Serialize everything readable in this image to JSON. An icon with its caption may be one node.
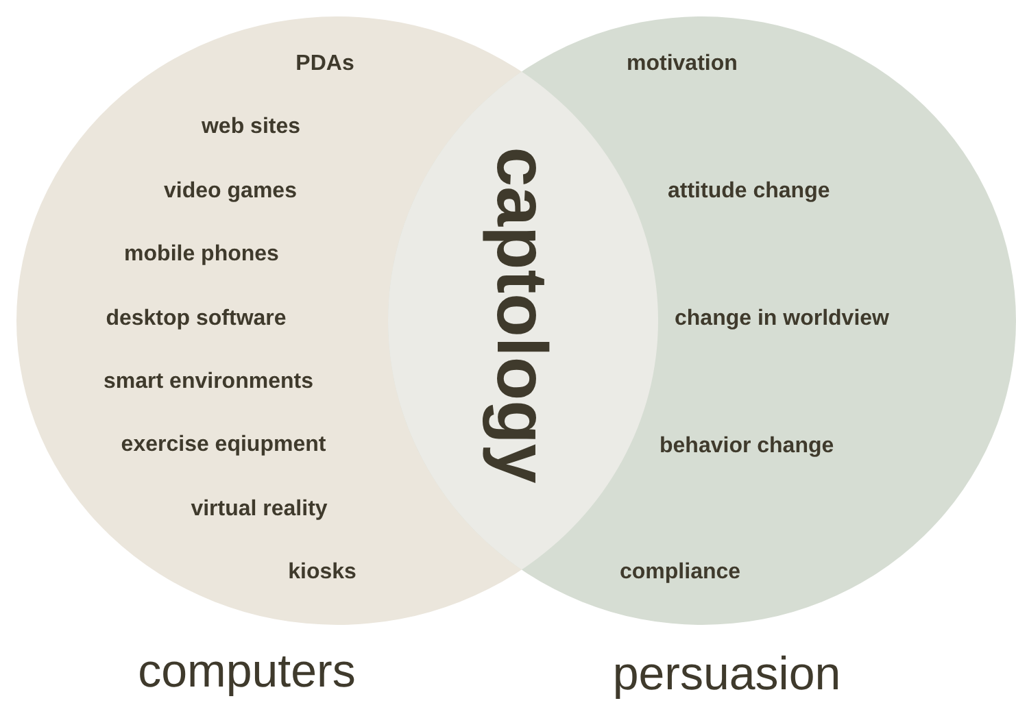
{
  "diagram": {
    "nodes": [
      {
        "text": [
          "PDAs",
          "web sites",
          "video games",
          "mobile phones",
          "desktop software",
          "smart environments",
          "exercise eqiupment",
          "virtual reality",
          "kiosks",
          "computers"
        ]
      },
      {
        "text": [
          "motivation",
          "attitude change",
          "change in worldview",
          "behavior change",
          "compliance",
          "persuasion"
        ]
      },
      {
        "text": [
          "captology"
        ]
      }
    ]
  }
}
